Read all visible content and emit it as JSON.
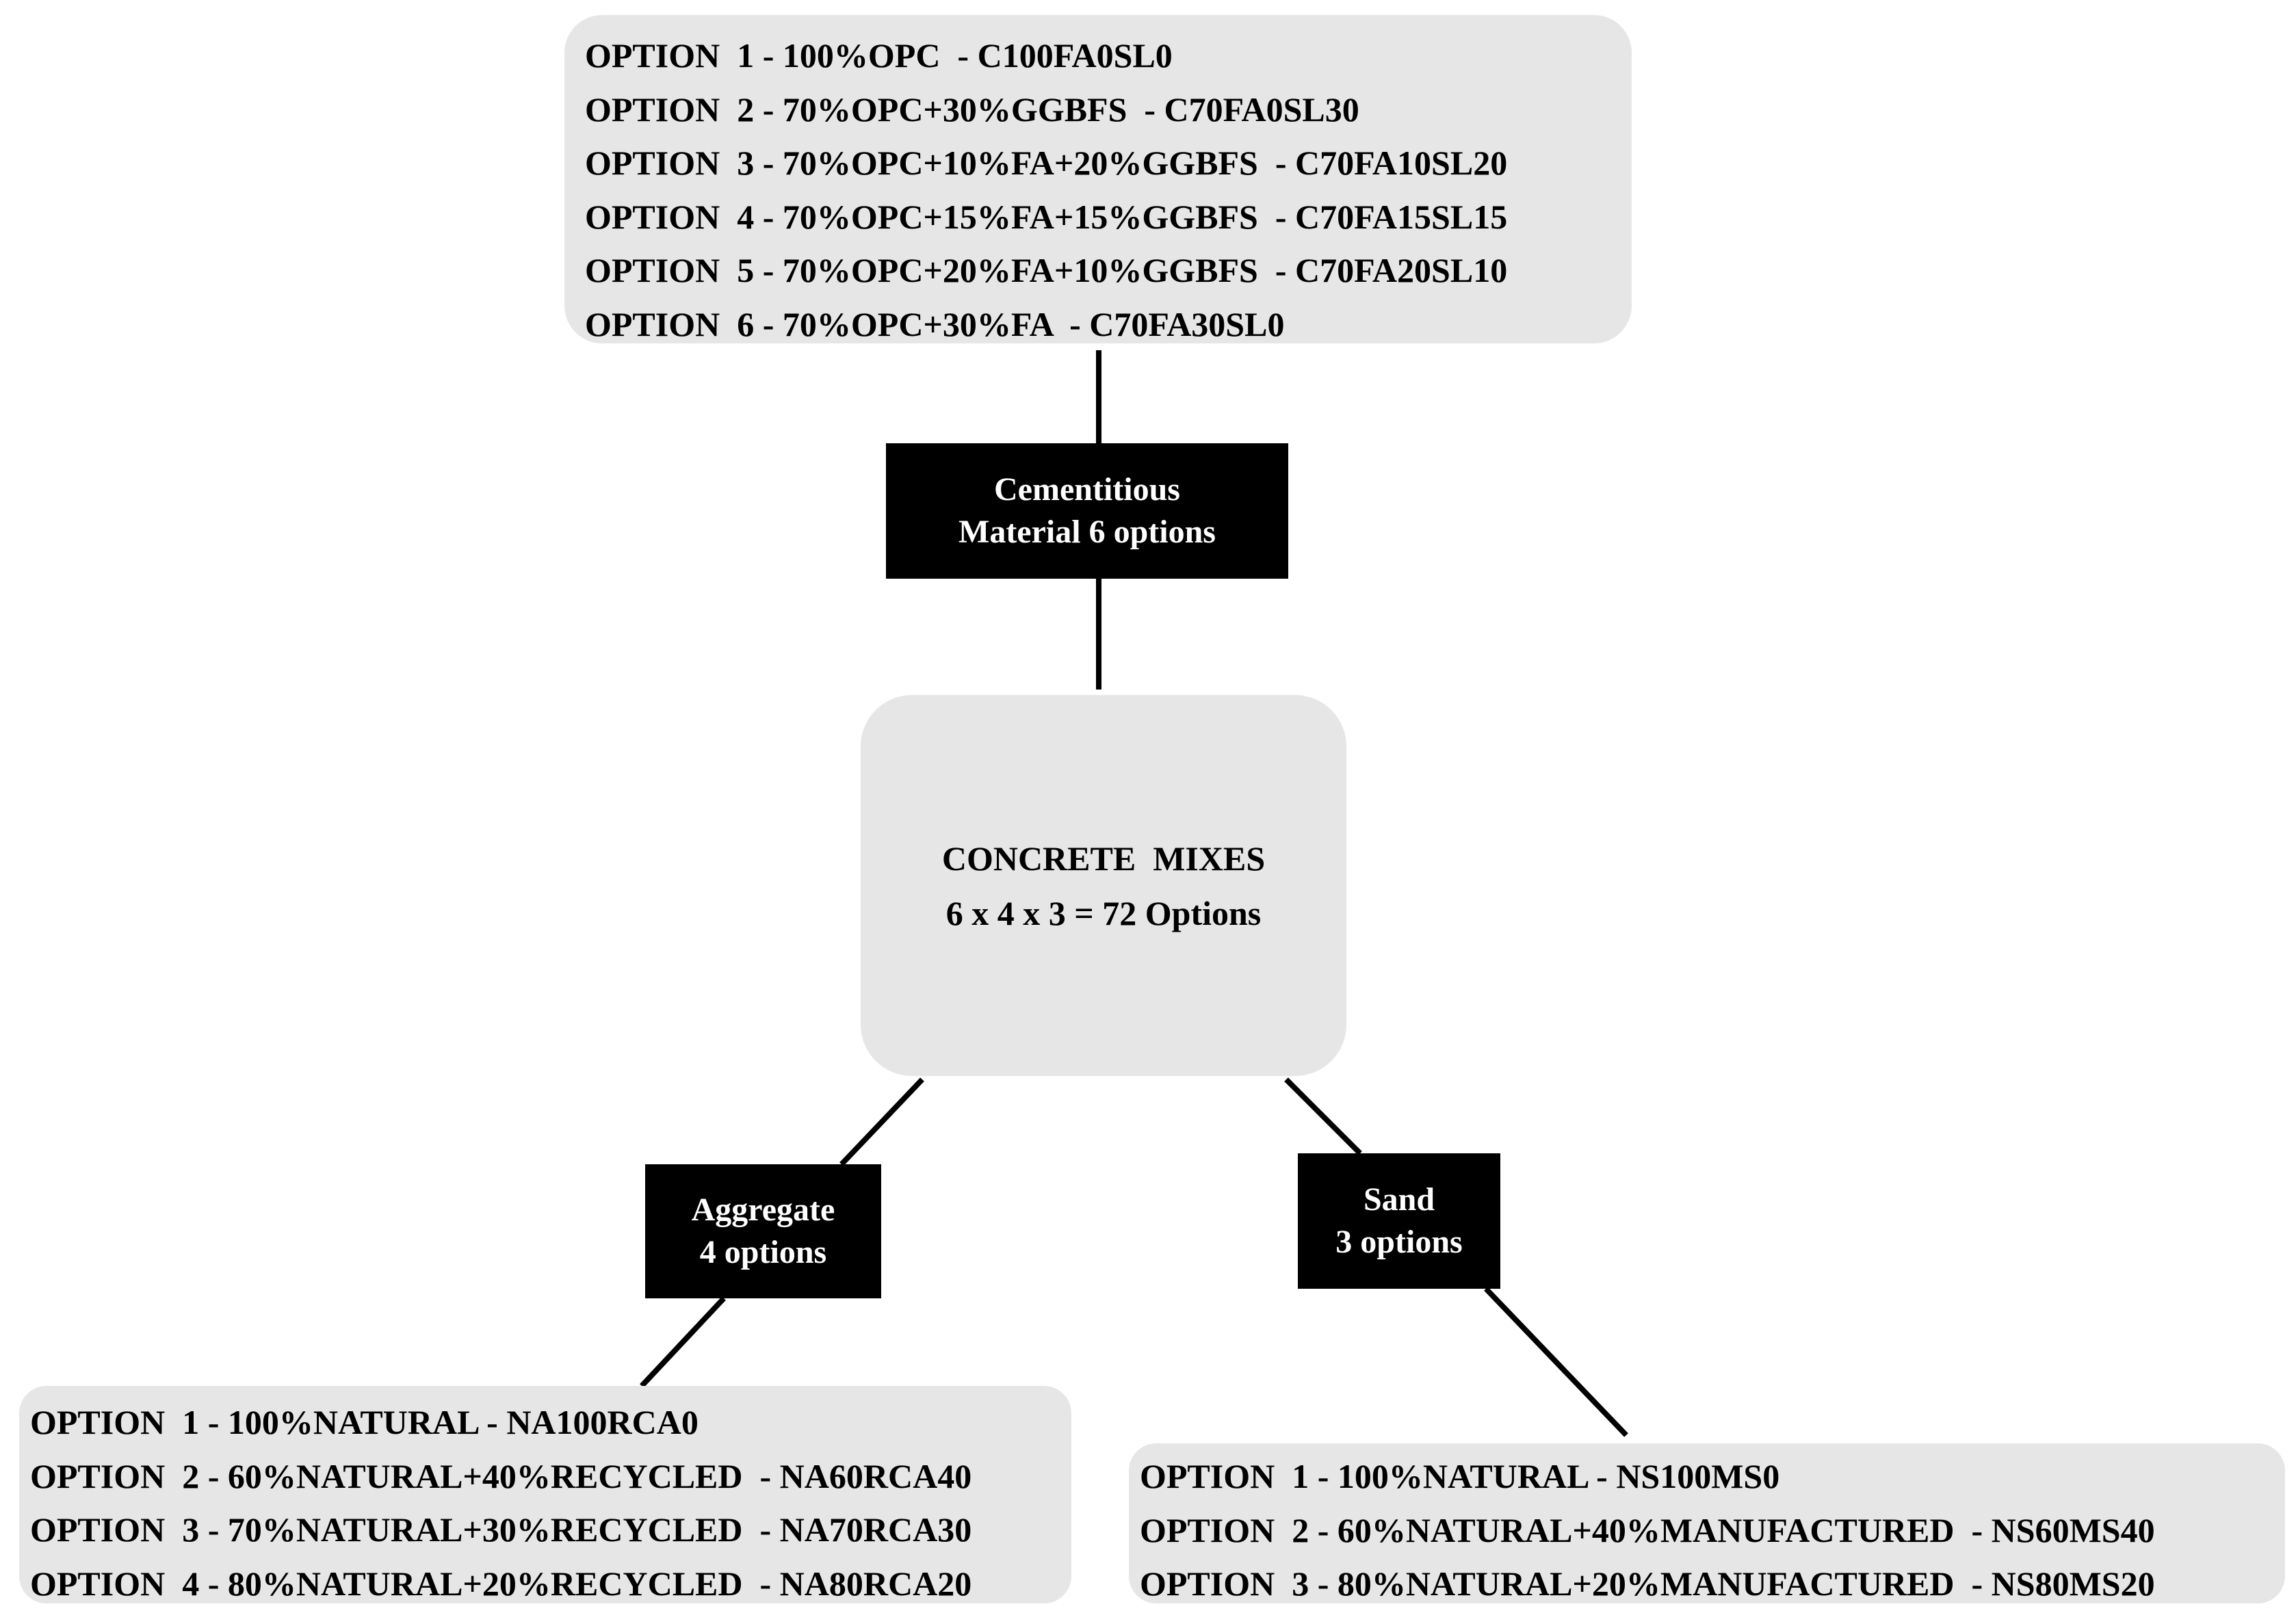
{
  "cementitious": {
    "label_lines": [
      "Cementitious",
      "Material 6 options"
    ],
    "options": [
      "OPTION  1 - 100%OPC  - C100FA0SL0",
      "OPTION  2 - 70%OPC+30%GGBFS  - C70FA0SL30",
      "OPTION  3 - 70%OPC+10%FA+20%GGBFS  - C70FA10SL20",
      "OPTION  4 - 70%OPC+15%FA+15%GGBFS  - C70FA15SL15",
      "OPTION  5 - 70%OPC+20%FA+10%GGBFS  - C70FA20SL10",
      "OPTION  6 - 70%OPC+30%FA  - C70FA30SL0"
    ]
  },
  "center": {
    "title": "CONCRETE  MIXES",
    "formula": "6 x 4 x 3 = 72 Options"
  },
  "aggregate": {
    "label_lines": [
      "Aggregate",
      "4 options"
    ],
    "options": [
      "OPTION  1 - 100%NATURAL - NA100RCA0",
      "OPTION  2 - 60%NATURAL+40%RECYCLED  - NA60RCA40",
      "OPTION  3 - 70%NATURAL+30%RECYCLED  - NA70RCA30",
      "OPTION  4 - 80%NATURAL+20%RECYCLED  - NA80RCA20"
    ]
  },
  "sand": {
    "label_lines": [
      "Sand",
      "3 options"
    ],
    "options": [
      "OPTION  1 - 100%NATURAL - NS100MS0",
      "OPTION  2 - 60%NATURAL+40%MANUFACTURED  - NS60MS40",
      "OPTION  3 - 80%NATURAL+20%MANUFACTURED  - NS80MS20"
    ]
  },
  "colors": {
    "box_fill": "#e6e6e6",
    "label_fill": "#000000",
    "label_text": "#ffffff",
    "connector": "#000000"
  }
}
